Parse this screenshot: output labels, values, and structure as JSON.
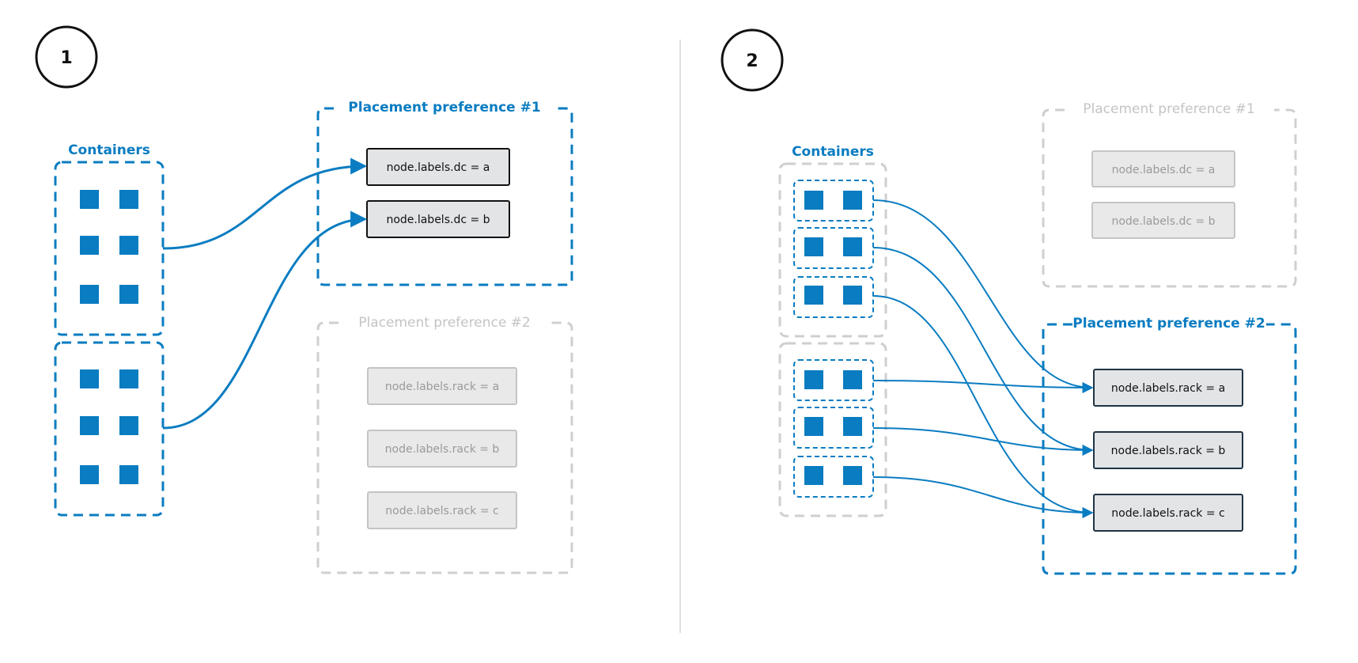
{
  "panels": [
    {
      "step": "1",
      "containers_title": "Containers",
      "preferences": [
        {
          "title": "Placement preference #1",
          "active": true,
          "labels": [
            "node.labels.dc = a",
            "node.labels.dc = b"
          ]
        },
        {
          "title": "Placement preference #2",
          "active": false,
          "labels": [
            "node.labels.rack = a",
            "node.labels.rack = b",
            "node.labels.rack = c"
          ]
        }
      ]
    },
    {
      "step": "2",
      "containers_title": "Containers",
      "preferences": [
        {
          "title": "Placement preference #1",
          "active": false,
          "labels": [
            "node.labels.dc = a",
            "node.labels.dc = b"
          ]
        },
        {
          "title": "Placement preference #2",
          "active": true,
          "labels": [
            "node.labels.rack = a",
            "node.labels.rack = b",
            "node.labels.rack = c"
          ]
        }
      ]
    }
  ],
  "colors": {
    "accent": "#0a7cc1",
    "muted_border": "#cfcfcf",
    "label_fill": "#e2e4e6",
    "label_fill_muted": "#e9e9e9",
    "divider": "#e0e0e0"
  }
}
